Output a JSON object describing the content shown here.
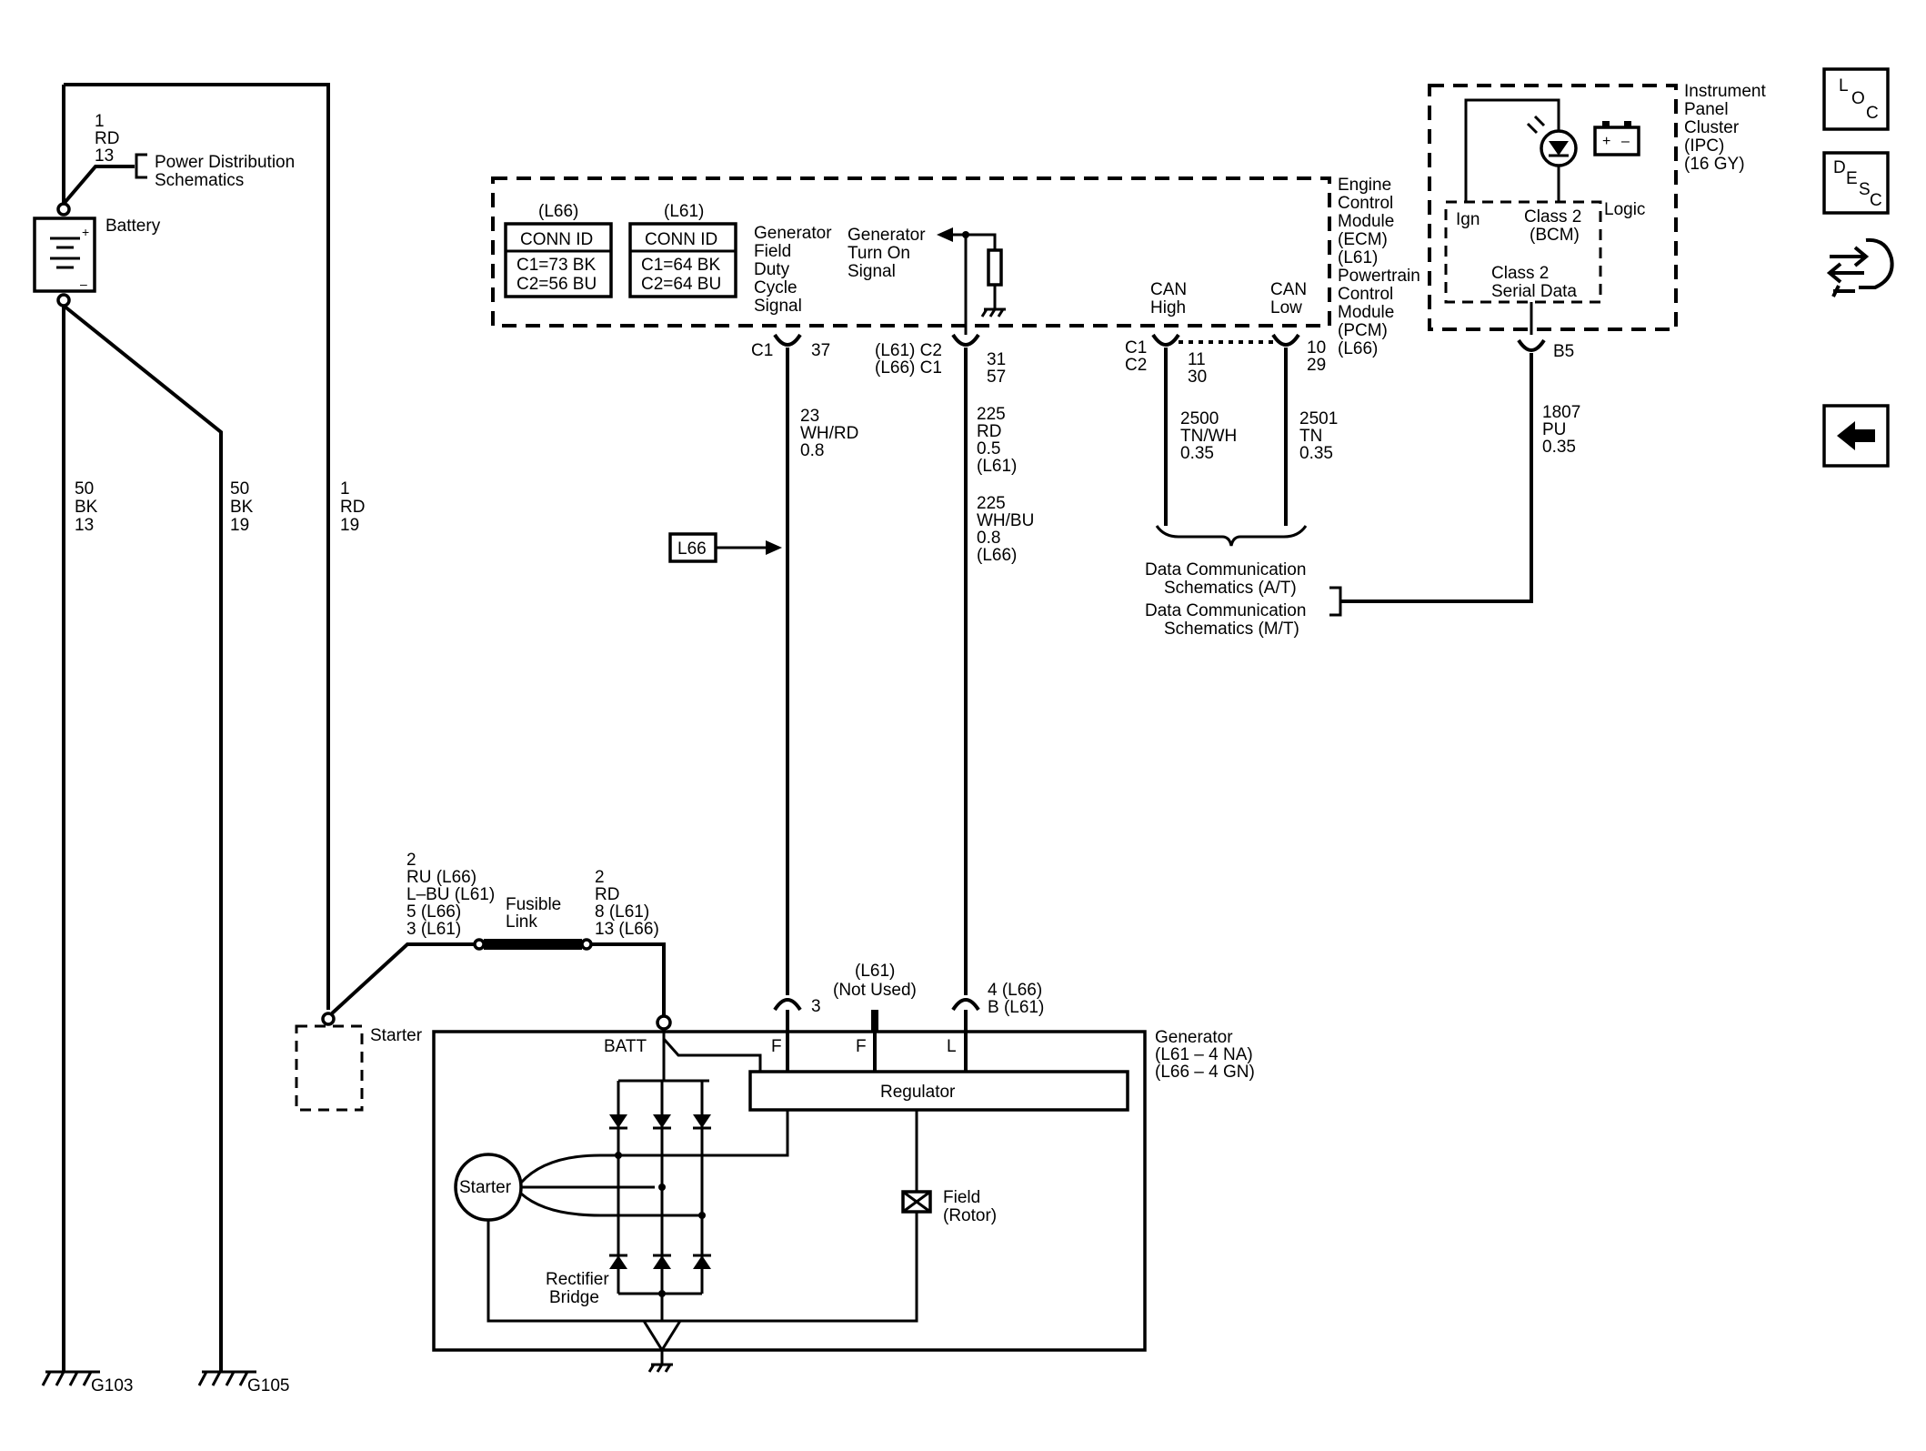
{
  "power_distribution": {
    "wire_num": "1",
    "wire_color": "RD",
    "wire_size": "13",
    "label_l1": "Power Distribution",
    "label_l2": "Schematics"
  },
  "battery": {
    "label": "Battery",
    "plus": "+",
    "minus": "–"
  },
  "wires": {
    "left1": {
      "l1": "50",
      "l2": "BK",
      "l3": "13"
    },
    "left2": {
      "l1": "50",
      "l2": "BK",
      "l3": "19"
    },
    "left3": {
      "l1": "1",
      "l2": "RD",
      "l3": "19"
    },
    "field": {
      "l1": "23",
      "l2": "WH/RD",
      "l3": "0.8"
    },
    "turn_on_a": {
      "l1": "225",
      "l2": "RD",
      "l3": "0.5",
      "l4": "(L61)"
    },
    "turn_on_b": {
      "l1": "225",
      "l2": "WH/BU",
      "l3": "0.8",
      "l4": "(L66)"
    },
    "can_high": {
      "l1": "2500",
      "l2": "TN/WH",
      "l3": "0.35"
    },
    "can_low": {
      "l1": "2501",
      "l2": "TN",
      "l3": "0.35"
    },
    "class2": {
      "l1": "1807",
      "l2": "PU",
      "l3": "0.35"
    },
    "starter_wire": {
      "l1": "2",
      "l2": "RU (L66)",
      "l3": "L–BU (L61)",
      "l4": "5 (L66)",
      "l5": "3 (L61)"
    },
    "batt_wire": {
      "l1": "2",
      "l2": "RD",
      "l3": "8 (L61)",
      "l4": "13 (L66)"
    }
  },
  "grounds": {
    "g1": "G103",
    "g2": "G105"
  },
  "ecm": {
    "label_lines": [
      "Engine",
      "Control",
      "Module",
      "(ECM)",
      "(L61)",
      "Powertrain",
      "Control",
      "Module",
      "(PCM)",
      "(L66)"
    ],
    "conn_l66": {
      "title": "(L66)",
      "header": "CONN ID",
      "row1": "C1=73 BK",
      "row2": "C2=56 BU"
    },
    "conn_l61": {
      "title": "(L61)",
      "header": "CONN ID",
      "row1": "C1=64 BK",
      "row2": "C2=64 BU"
    },
    "field_signal": [
      "Generator",
      "Field",
      "Duty",
      "Cycle",
      "Signal"
    ],
    "turn_on_signal": [
      "Generator",
      "Turn On",
      "Signal"
    ],
    "can_high": [
      "CAN",
      "High"
    ],
    "can_low": [
      "CAN",
      "Low"
    ],
    "pin_field": {
      "conn": "C1",
      "pin": "37"
    },
    "pin_turn_on": {
      "conn_a": "(L61) C2",
      "conn_b": "(L66) C1",
      "pin_a": "31",
      "pin_b": "57"
    },
    "pin_can_high": {
      "conn_a": "C1",
      "conn_b": "C2",
      "pin_a": "11",
      "pin_b": "30"
    },
    "pin_can_low": {
      "pin_a": "10",
      "pin_b": "29"
    }
  },
  "ipc": {
    "label_lines": [
      "Instrument",
      "Panel",
      "Cluster",
      "(IPC)",
      "(16 GY)"
    ],
    "ign": "Ign",
    "class2": [
      "Class 2",
      "(BCM)"
    ],
    "logic": "Logic",
    "serial": [
      "Class 2",
      "Serial Data"
    ],
    "pin": "B5",
    "battery_plus": "+",
    "battery_minus": "–"
  },
  "data_comm": {
    "at_l1": "Data Communication",
    "at_l2": "Schematics (A/T)",
    "mt_l1": "Data Communication",
    "mt_l2": "Schematics (M/T)"
  },
  "l66_flag": "L66",
  "starter": {
    "label": "Starter"
  },
  "fusible_link": {
    "l1": "Fusible",
    "l2": "Link"
  },
  "generator": {
    "label_lines": [
      "Generator",
      "(L61 – 4 NA)",
      "(L66 – 4 GN)"
    ],
    "batt": "BATT",
    "term_f1": "F",
    "term_f2": "F",
    "term_l": "L",
    "pin_field": "3",
    "not_used": [
      "(L61)",
      "(Not Used)"
    ],
    "pin_l": [
      "4 (L66)",
      "B (L61)"
    ],
    "regulator": "Regulator",
    "starter_winding": "Starter",
    "field_rotor": [
      "Field",
      "(Rotor)"
    ],
    "rectifier": [
      "Rectifier",
      "Bridge"
    ]
  },
  "nav": {
    "loc": {
      "c1": "L",
      "c2": "O",
      "c3": "C"
    },
    "desc": {
      "c1": "D",
      "c2": "E",
      "c3": "S",
      "c4": "C"
    }
  }
}
